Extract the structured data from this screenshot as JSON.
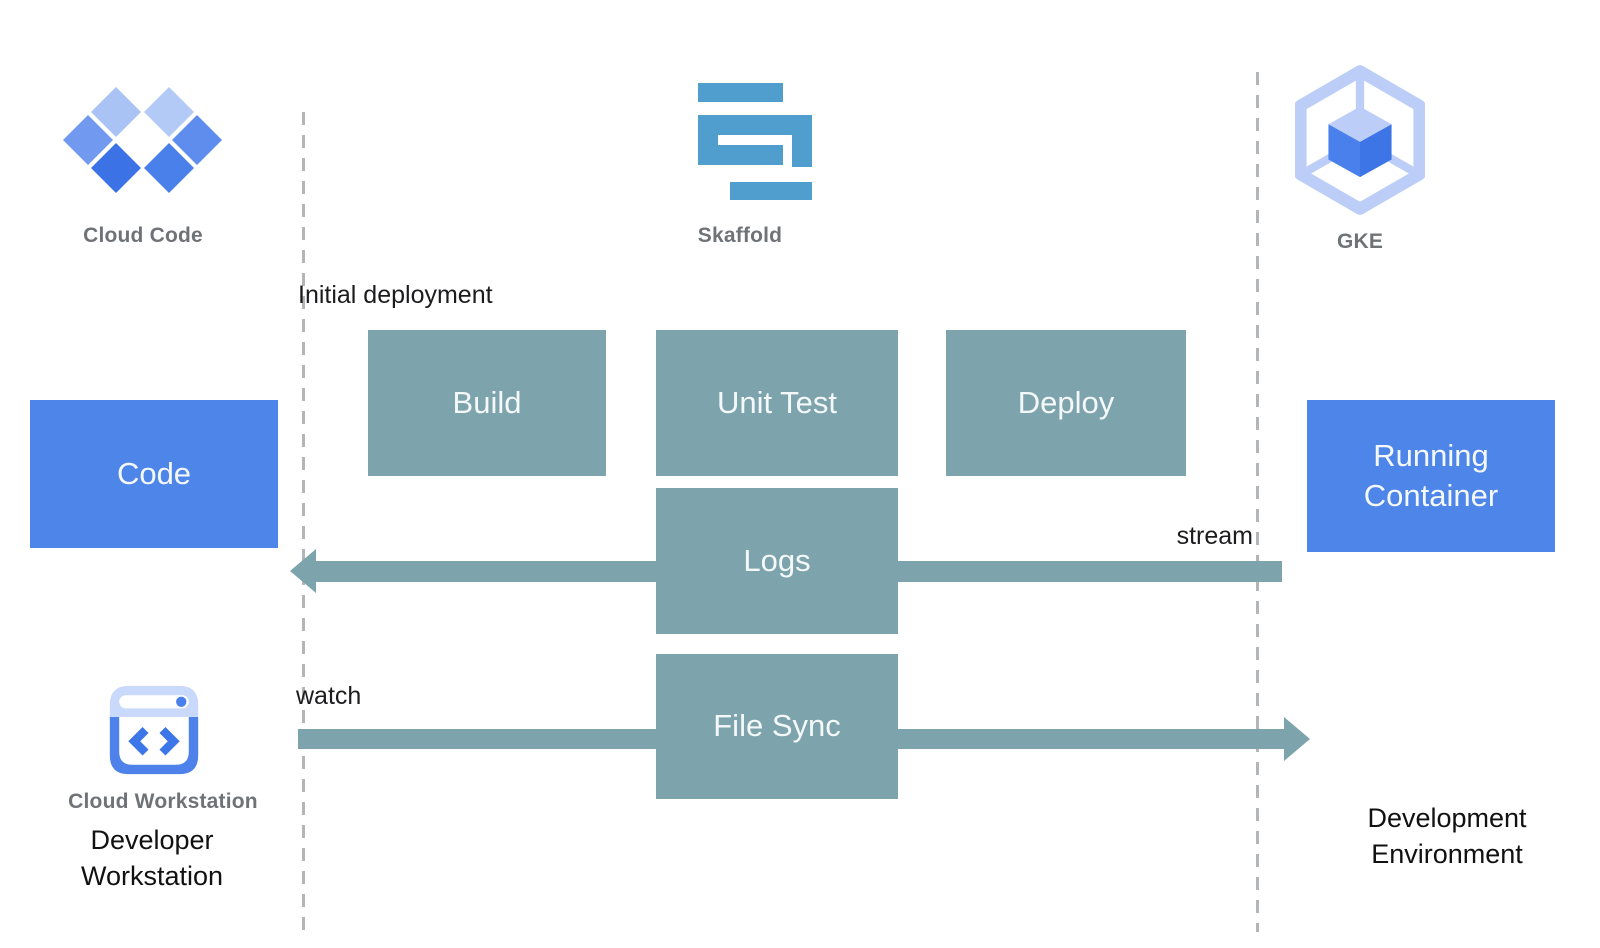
{
  "icons": {
    "cloud_code": {
      "label": "Cloud Code"
    },
    "skaffold": {
      "label": "Skaffold"
    },
    "gke": {
      "label": "GKE"
    },
    "cloud_workstation": {
      "label": "Cloud Workstation"
    }
  },
  "nodes": {
    "code": "Code",
    "build": "Build",
    "unit_test": "Unit Test",
    "deploy": "Deploy",
    "logs": "Logs",
    "file_sync": "File Sync",
    "running_container": "Running Container"
  },
  "annotations": {
    "initial_deployment": "Initial deployment",
    "stream": "stream",
    "watch": "watch",
    "developer_workstation": "Developer Workstation",
    "development_environment": "Development Environment"
  },
  "colors": {
    "process_box_teal": "#7da3ac",
    "artifact_box_blue": "#4e85e9",
    "skaffold_logo_blue": "#4f9ecd",
    "gke_logo_light_blue": "#bccef8",
    "gke_logo_blue": "#4a80eb",
    "cloud_code_light": "#a9c3f5",
    "cloud_code_medium": "#5f8ded",
    "cloud_code_dark": "#3b73e7",
    "label_gray": "#6f7377",
    "text_black": "#1c1c1e",
    "dashed_line_gray": "#b3b6b8",
    "box_text_white": "#f4f8f9"
  }
}
